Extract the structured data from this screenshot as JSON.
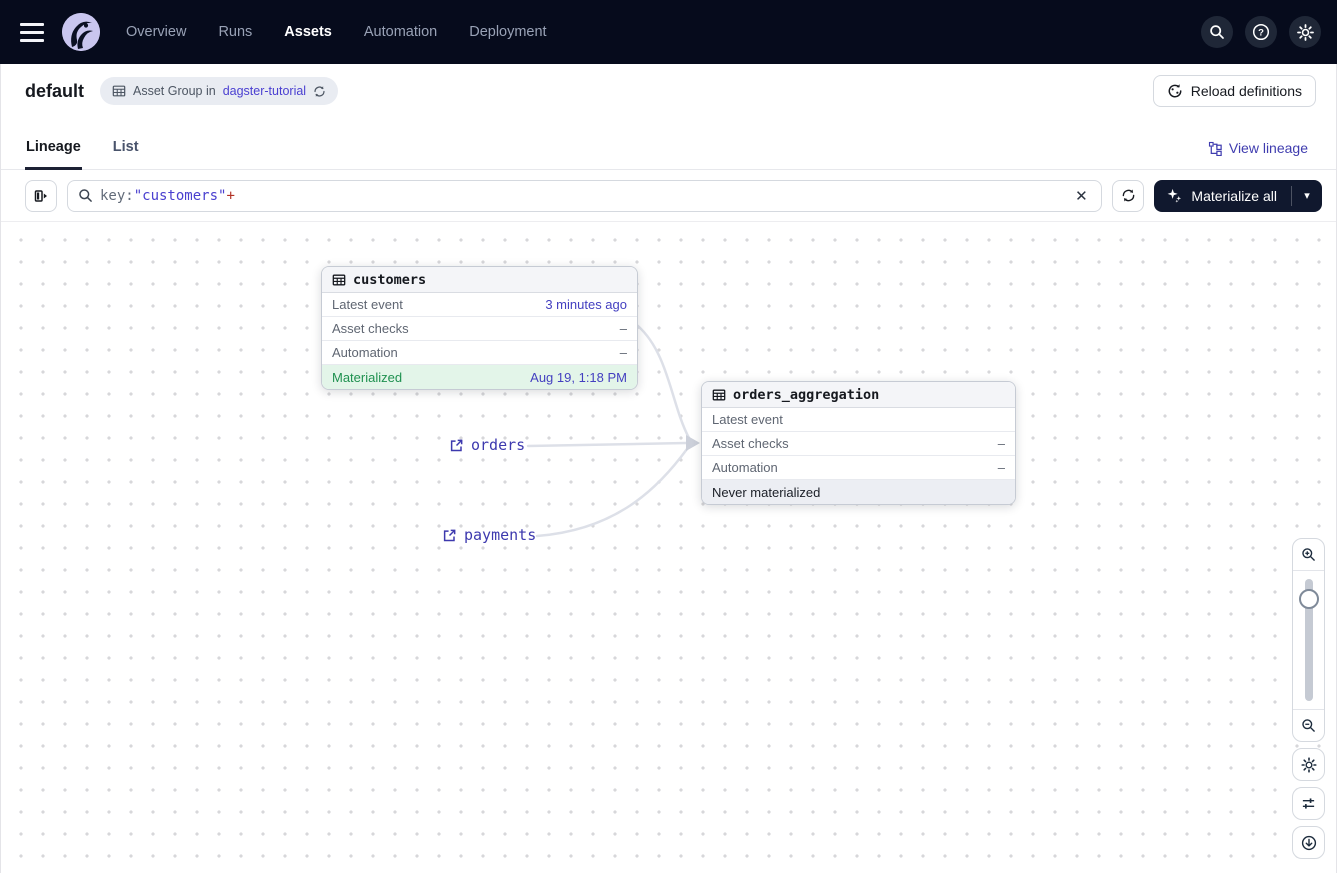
{
  "nav": {
    "items": [
      {
        "label": "Overview"
      },
      {
        "label": "Runs"
      },
      {
        "label": "Assets"
      },
      {
        "label": "Automation"
      },
      {
        "label": "Deployment"
      }
    ],
    "active_item": "Assets"
  },
  "header": {
    "title": "default",
    "badge_prefix": "Asset Group in",
    "badge_link": "dagster-tutorial",
    "reload_label": "Reload definitions"
  },
  "tabs": {
    "lineage": "Lineage",
    "list": "List",
    "view_lineage": "View lineage"
  },
  "toolbar": {
    "search_key": "key:",
    "search_value": "\"customers\"",
    "search_plus": "+",
    "materialize_label": "Materialize all"
  },
  "graph": {
    "nodes": {
      "customers": {
        "title": "customers",
        "latest_event_label": "Latest event",
        "latest_event_value": "3 minutes ago",
        "asset_checks_label": "Asset checks",
        "asset_checks_value": "–",
        "automation_label": "Automation",
        "automation_value": "–",
        "status_label": "Materialized",
        "status_value": "Aug 19, 1:18 PM"
      },
      "orders_aggregation": {
        "title": "orders_aggregation",
        "latest_event_label": "Latest event",
        "latest_event_value": "",
        "asset_checks_label": "Asset checks",
        "asset_checks_value": "–",
        "automation_label": "Automation",
        "automation_value": "–",
        "status_label": "Never materialized",
        "status_value": ""
      }
    },
    "external_assets": {
      "orders": "orders",
      "payments": "payments"
    }
  },
  "icons": {
    "close": "✕",
    "caret_down": "▾",
    "question": "?"
  },
  "colors": {
    "navbar_bg": "#060b1c",
    "accent_indigo": "#4a3fd1",
    "link_indigo": "#3d39ae",
    "materialized_green": "#1f9150",
    "materialized_bg": "#e3f5e9",
    "never_materialized_bg": "#eceef3",
    "edge_gray": "#dde0e8",
    "button_dark": "#10182e"
  }
}
